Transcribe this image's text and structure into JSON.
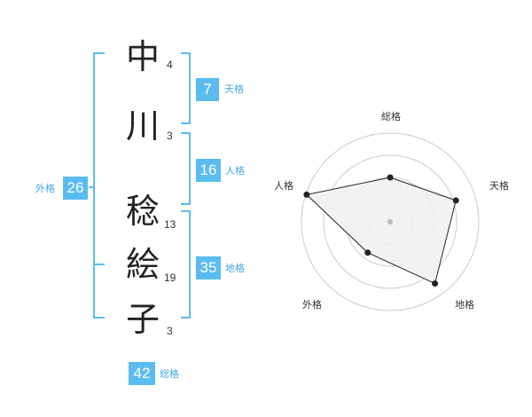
{
  "name": {
    "characters": [
      {
        "char": "中",
        "strokes": "4"
      },
      {
        "char": "川",
        "strokes": "3"
      },
      {
        "char": "稔",
        "strokes": "13"
      },
      {
        "char": "絵",
        "strokes": "19"
      },
      {
        "char": "子",
        "strokes": "3"
      }
    ]
  },
  "fortunes": {
    "tenkaku": {
      "value": "7",
      "label": "天格"
    },
    "jinkaku": {
      "value": "16",
      "label": "人格"
    },
    "chikaku": {
      "value": "35",
      "label": "地格"
    },
    "gaikaku": {
      "value": "26",
      "label": "外格"
    },
    "soukaku": {
      "value": "42",
      "label": "総格"
    }
  },
  "radar": {
    "axes": [
      "総格",
      "天格",
      "地格",
      "外格",
      "人格"
    ],
    "levels": 4,
    "values": [
      0.5,
      0.78,
      0.86,
      0.43,
      0.99
    ],
    "colors": {
      "fill": "#f0f0f0",
      "stroke": "#222222",
      "grid": "#cccccc",
      "point": "#222222"
    }
  },
  "colors": {
    "accent": "#5bbcf0",
    "bracket": "#5bbcf0",
    "label": "#44a9e6"
  }
}
